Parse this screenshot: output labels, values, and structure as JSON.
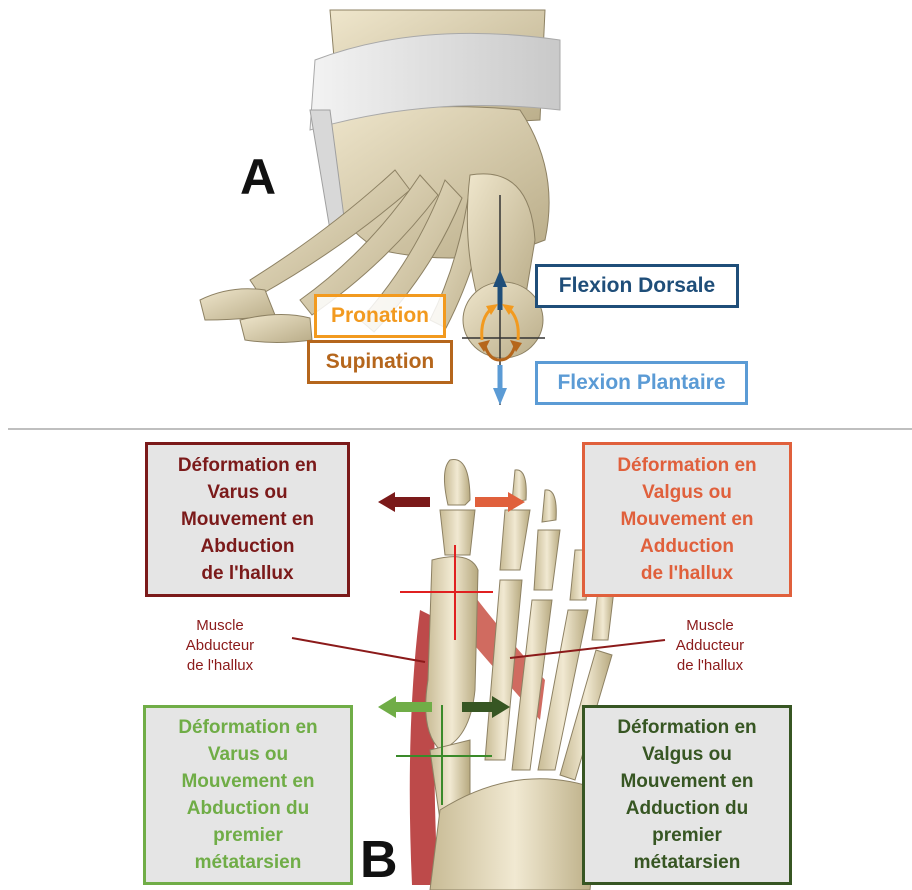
{
  "panel_a": {
    "letter": "A",
    "labels": {
      "pronation": "Pronation",
      "supination": "Supination",
      "flexion_dorsale": "Flexion Dorsale",
      "flexion_plantaire": "Flexion Plantaire"
    },
    "colors": {
      "pronation": "#f29a1f",
      "supination": "#b5661c",
      "flexion_dorsale": "#1f4e79",
      "flexion_plantaire": "#5b9bd5"
    }
  },
  "panel_b": {
    "letter": "B",
    "boxes": {
      "top_left": [
        "Déformation en",
        "Varus ou",
        "Mouvement en",
        "Abduction",
        "de l'hallux"
      ],
      "top_right": [
        "Déformation en",
        "Valgus ou",
        "Mouvement en",
        "Adduction",
        "de l'hallux"
      ],
      "bottom_left": [
        "Déformation en",
        "Varus ou",
        "Mouvement en",
        "Abduction du",
        "premier",
        "métatarsien"
      ],
      "bottom_right": [
        "Déformation en",
        "Valgus ou",
        "Mouvement en",
        "Adduction du",
        "premier",
        "métatarsien"
      ]
    },
    "muscle_left": [
      "Muscle",
      "Abducteur",
      "de l'hallux"
    ],
    "muscle_right": [
      "Muscle",
      "Adducteur",
      "de l'hallux"
    ],
    "colors": {
      "varus_hallux": "#7b1a1a",
      "valgus_hallux": "#e0603c",
      "varus_metatarsien": "#70ad47",
      "valgus_metatarsien": "#375623",
      "muscle": "#b22a2a"
    }
  }
}
